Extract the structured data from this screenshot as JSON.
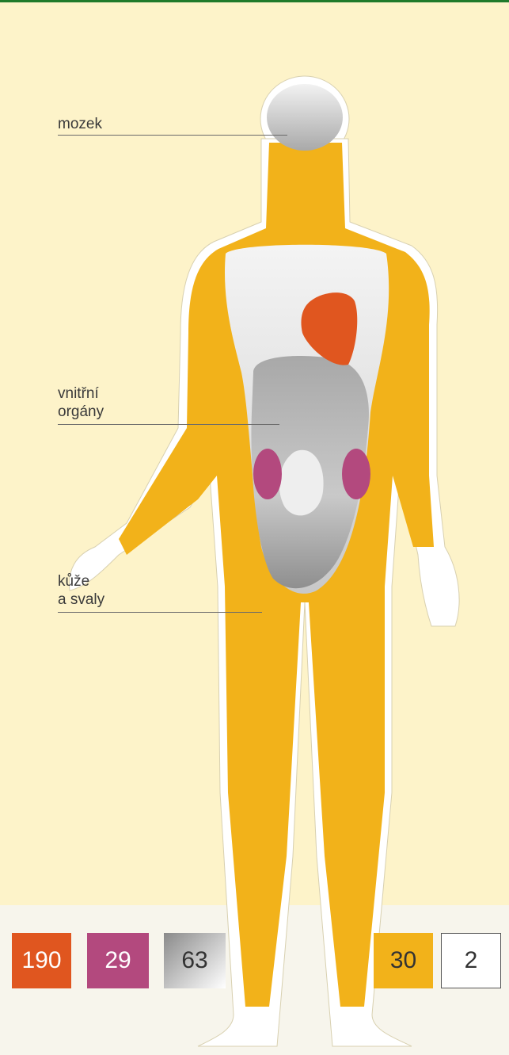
{
  "labels": {
    "brain": "mozek",
    "organs": "vnitřní\norgány",
    "skin_muscles": "kůže\na svaly"
  },
  "legend": [
    {
      "value": "190",
      "color": "#e0561f"
    },
    {
      "value": "29",
      "color": "#b3497e"
    },
    {
      "value": "63",
      "color": "#9f9f9f"
    },
    {
      "value": "30",
      "color": "#f2b21a"
    },
    {
      "value": "2",
      "color": "#ffffff"
    }
  ],
  "colors": {
    "background": "#fdf3c9",
    "body": "#f2b21a",
    "outline": "#ffffff",
    "heart": "#e0561f",
    "kidney": "#b3497e",
    "organs_gray": "#9f9f9f",
    "brain_gray": "#cfcfcf"
  }
}
